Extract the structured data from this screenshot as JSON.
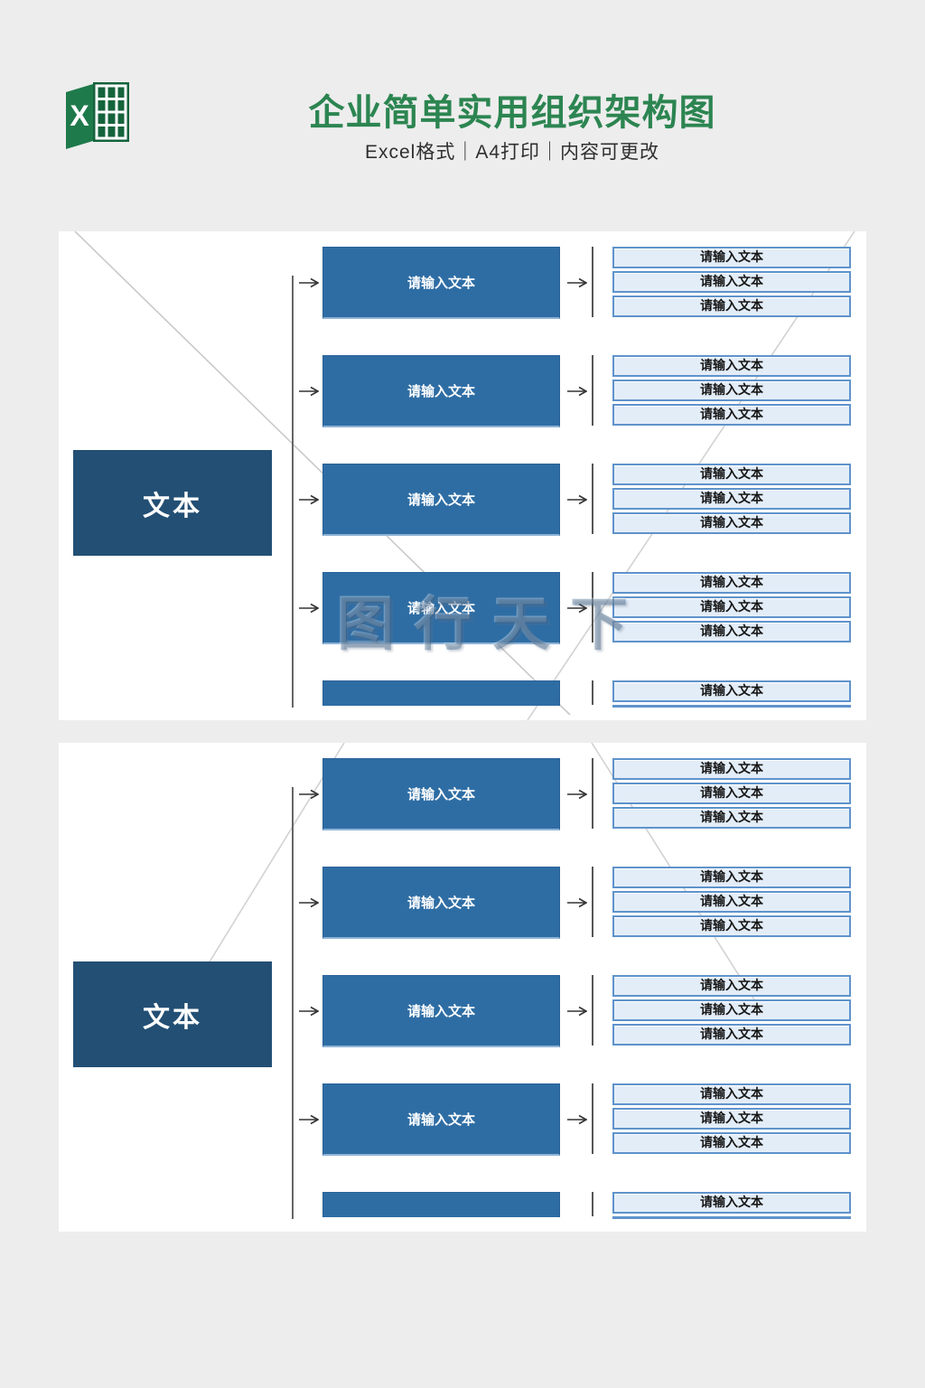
{
  "header": {
    "title": "企业简单实用组织架构图",
    "subtitle": "Excel格式｜A4打印｜内容可更改",
    "icon": "excel-logo"
  },
  "watermark": {
    "text": "图行天下"
  },
  "colors": {
    "title_green": "#2c8551",
    "root_box": "#234f74",
    "node_box": "#2e6da4",
    "leaf_fill": "#e3edf8",
    "leaf_border": "#5f93cb",
    "line_gray": "#666666",
    "page_bg": "#ededed"
  },
  "panels": [
    {
      "root": "文本",
      "rows": [
        {
          "node": "请输入文本",
          "leaves": [
            "请输入文本",
            "请输入文本",
            "请输入文本"
          ]
        },
        {
          "node": "请输入文本",
          "leaves": [
            "请输入文本",
            "请输入文本",
            "请输入文本"
          ]
        },
        {
          "node": "请输入文本",
          "leaves": [
            "请输入文本",
            "请输入文本",
            "请输入文本"
          ]
        },
        {
          "node": "请输入文本",
          "leaves": [
            "请输入文本",
            "请输入文本",
            "请输入文本"
          ]
        },
        {
          "node": "",
          "leaves": [
            "请输入文本"
          ],
          "partial": true
        }
      ]
    },
    {
      "root": "文本",
      "rows": [
        {
          "node": "请输入文本",
          "leaves": [
            "请输入文本",
            "请输入文本",
            "请输入文本"
          ]
        },
        {
          "node": "请输入文本",
          "leaves": [
            "请输入文本",
            "请输入文本",
            "请输入文本"
          ]
        },
        {
          "node": "请输入文本",
          "leaves": [
            "请输入文本",
            "请输入文本",
            "请输入文本"
          ]
        },
        {
          "node": "请输入文本",
          "leaves": [
            "请输入文本",
            "请输入文本",
            "请输入文本"
          ]
        },
        {
          "node": "",
          "leaves": [
            "请输入文本"
          ],
          "partial": true
        }
      ]
    }
  ]
}
